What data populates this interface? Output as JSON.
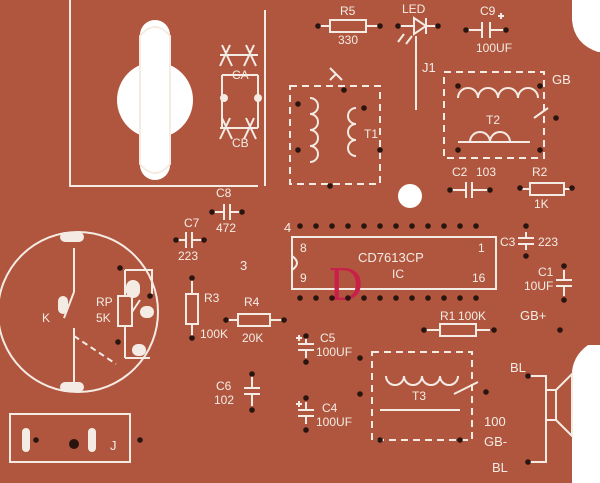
{
  "board": {
    "ic_part": "CD7613CP",
    "ic_ref": "IC",
    "ic_pin_1": "1",
    "ic_pin_8": "8",
    "ic_pin_9": "9",
    "ic_pin_16": "16",
    "ic_handwritten_mark": "D",
    "area_4": "4",
    "area_3": "3",
    "r5_ref": "R5",
    "r5_val": "330",
    "led_ref": "LED",
    "c9_ref": "C9",
    "c9_val": "100UF",
    "j1_ref": "J1",
    "gb_ref": "GB",
    "t1_ref": "T1",
    "t2_ref": "T2",
    "t3_ref": "T3",
    "ca_ref": "CA",
    "cb_ref": "CB",
    "c8_ref": "C8",
    "c8_val": "472",
    "c7_ref": "C7",
    "c7_val": "223",
    "c2_ref": "C2",
    "c2_val": "103",
    "r2_ref": "R2",
    "r2_val": "1K",
    "c3_ref": "C3",
    "c3_val": "223",
    "c1_ref": "C1",
    "c1_val": "10UF",
    "r1_ref": "R1",
    "r1_val": "100K",
    "gb_plus": "GB+",
    "rp_ref": "RP",
    "rp_val": "5K",
    "k_ref": "K",
    "r3_ref": "R3",
    "r3_val": "100K",
    "r4_ref": "R4",
    "r4_val": "20K",
    "c5_ref": "C5",
    "c5_val": "100UF",
    "c6_ref": "C6",
    "c6_val": "102",
    "c4_ref": "C4",
    "c4_val": "100UF",
    "bl_top": "BL",
    "spk_100": "100",
    "gb_minus": "GB-",
    "bl_bottom": "BL",
    "j_ref": "J"
  },
  "colors": {
    "board": "#b0563f",
    "silk": "#f4ece4",
    "hole": "#2a1410",
    "mark": "#c8204a"
  }
}
